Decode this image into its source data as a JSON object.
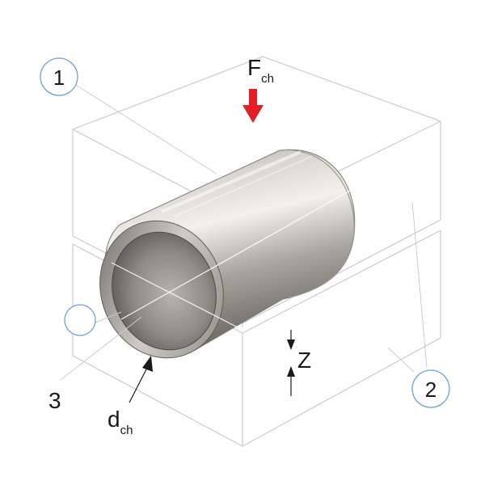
{
  "labels": {
    "force_main": "F",
    "force_sub": "ch",
    "callout_1": "1",
    "callout_2": "2",
    "callout_3": "3",
    "gap": "Z",
    "diameter_main": "d",
    "diameter_sub": "ch"
  },
  "colors": {
    "outline": "#c8ccd2",
    "callout_circle": "#6f9fd2",
    "arrow_red": "#e31e24",
    "text": "#1a1a1a"
  },
  "icons": {
    "force_arrow": "down-arrow-icon",
    "gap_arrows": "dimension-arrows-icon",
    "diameter_arrow": "pointer-arrow-icon"
  }
}
